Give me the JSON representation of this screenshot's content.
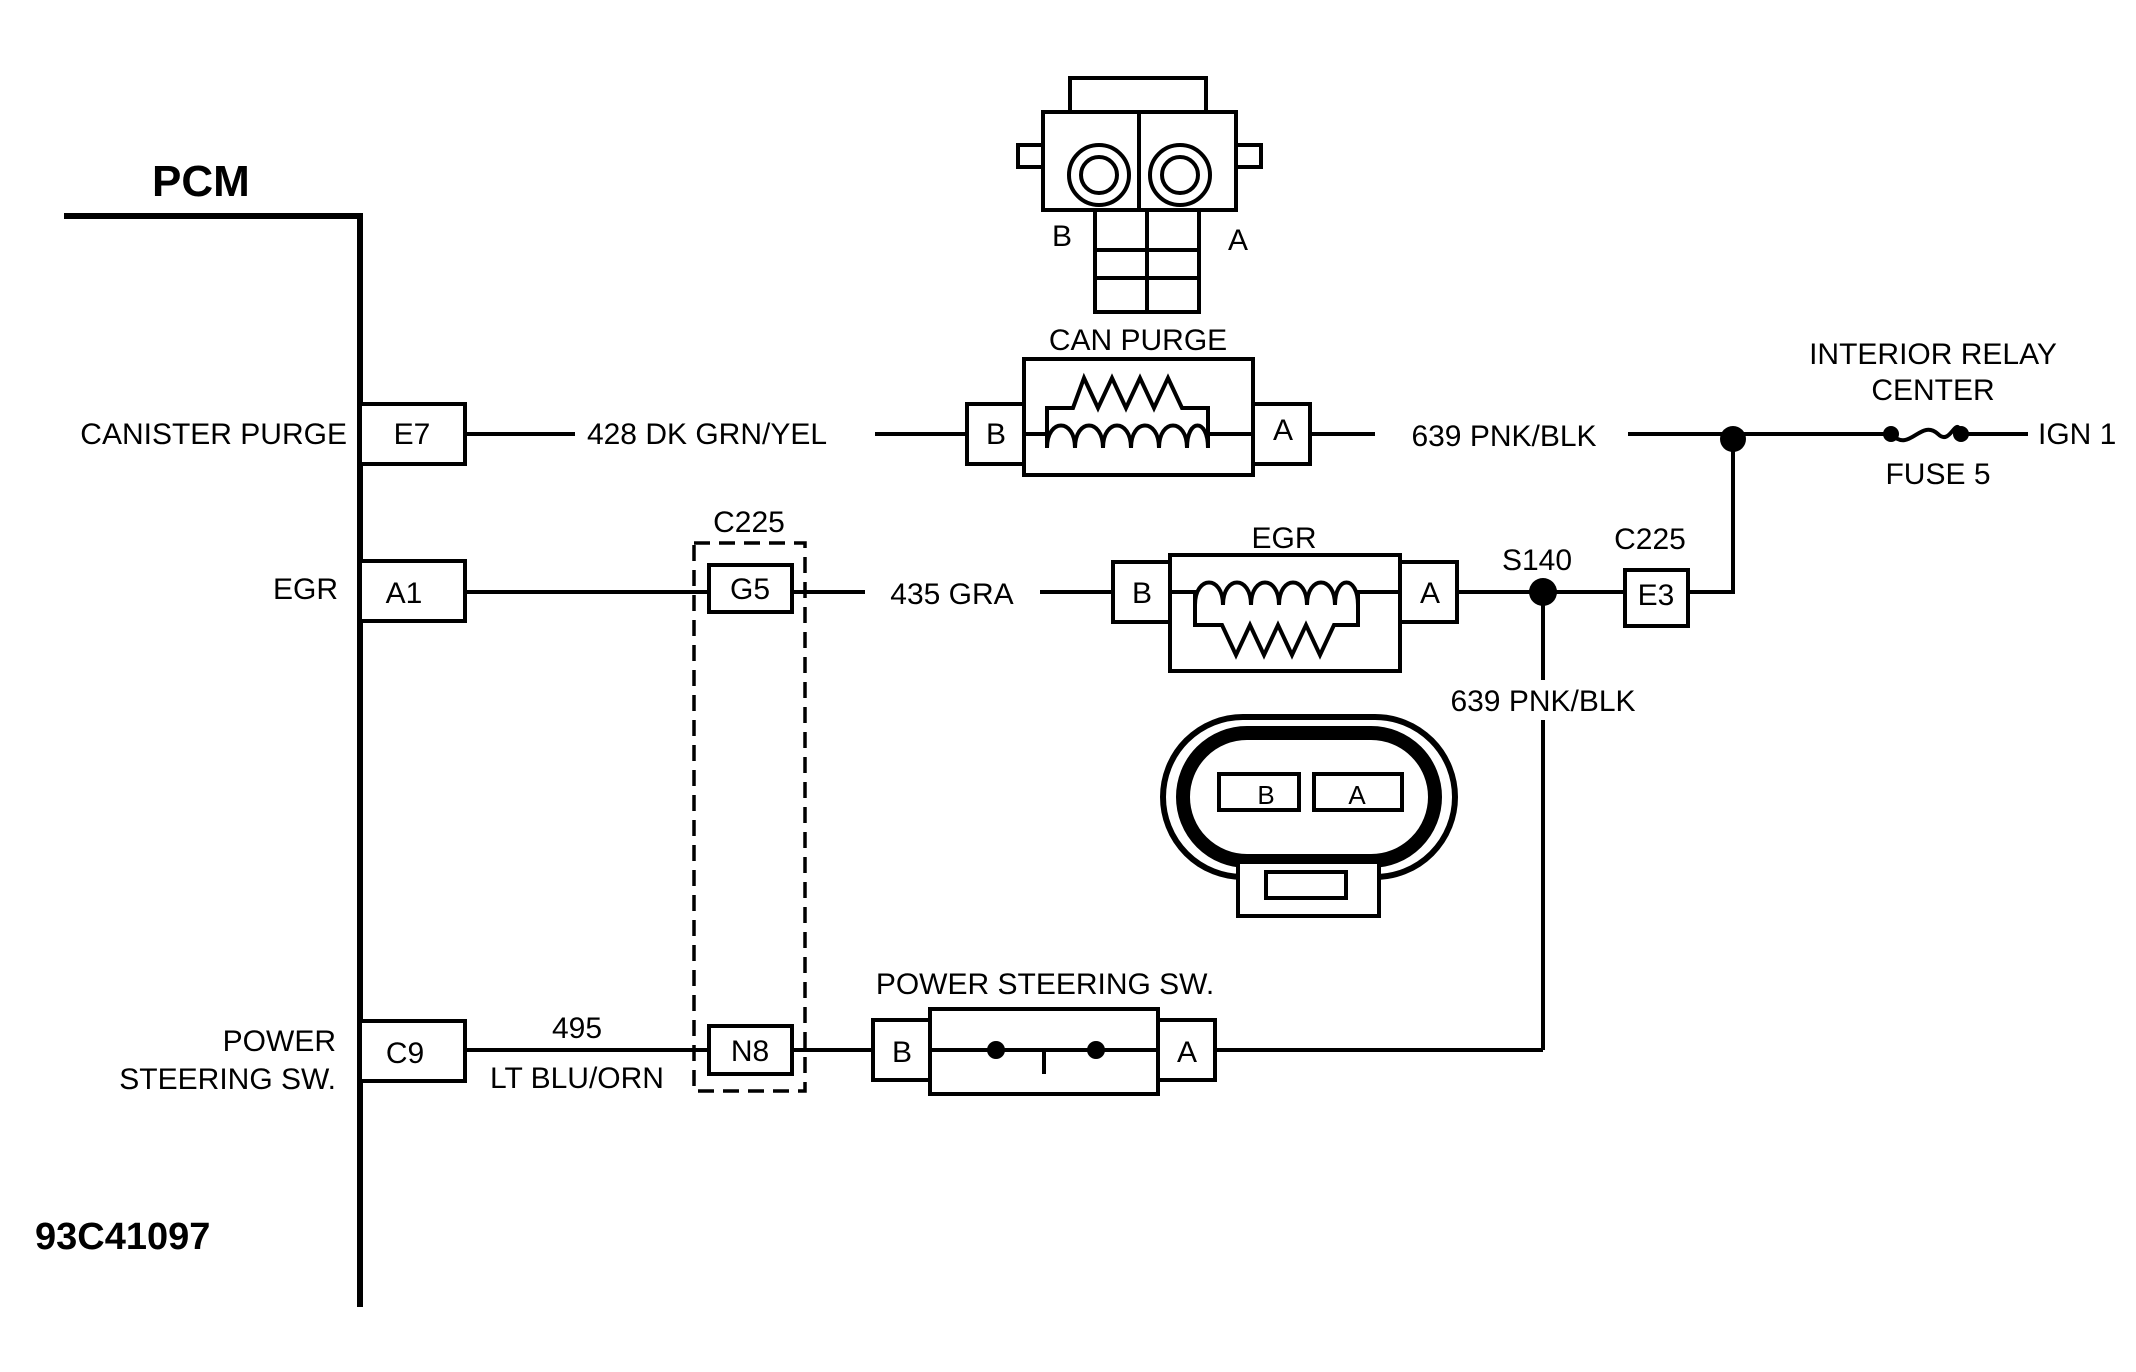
{
  "pcm": {
    "title": "PCM",
    "pins": {
      "canister_purge": {
        "label": "CANISTER PURGE",
        "pin": "E7"
      },
      "egr": {
        "label": "EGR",
        "pin": "A1"
      },
      "power_steering_line1": "POWER",
      "power_steering_line2": "STEERING SW.",
      "power_steering_pin": "C9"
    }
  },
  "wires": {
    "w428": "428 DK GRN/YEL",
    "w639_top": "639 PNK/BLK",
    "w435": "435 GRA",
    "w639_vertical": "639 PNK/BLK",
    "w495_num": "495",
    "w495_color": "LT BLU/ORN"
  },
  "connectors": {
    "c225_left": {
      "label": "C225",
      "pin_top": "G5",
      "pin_bottom": "N8"
    },
    "c225_right": {
      "label": "C225",
      "pin": "E3"
    },
    "splice": "S140"
  },
  "components": {
    "can_purge": {
      "label": "CAN PURGE",
      "pin_b": "B",
      "pin_a": "A"
    },
    "can_purge_connector_view": {
      "pin_b": "B",
      "pin_a": "A"
    },
    "egr_valve": {
      "label": "EGR",
      "pin_b": "B",
      "pin_a": "A"
    },
    "egr_connector_view": {
      "pin_b": "B",
      "pin_a": "A"
    },
    "power_steering_switch": {
      "label": "POWER STEERING SW.",
      "pin_b": "B",
      "pin_a": "A"
    }
  },
  "relay_center": {
    "label_line1": "INTERIOR  RELAY",
    "label_line2": "CENTER",
    "fuse": "FUSE 5",
    "supply": "IGN 1"
  },
  "figure_id": "93C41097"
}
